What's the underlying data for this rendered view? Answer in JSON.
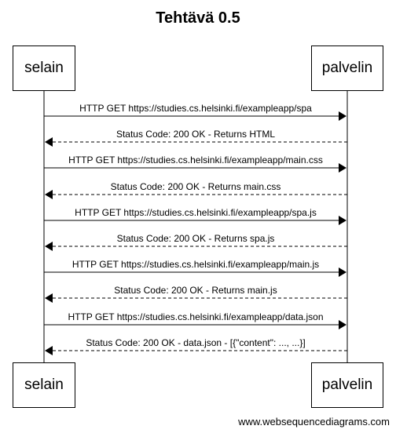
{
  "title": "Tehtävä 0.5",
  "participants": {
    "left": "selain",
    "right": "palvelin"
  },
  "messages": [
    {
      "text": "HTTP GET https://studies.cs.helsinki.fi/exampleapp/spa",
      "direction": "right",
      "style": "solid"
    },
    {
      "text": "Status Code: 200 OK - Returns HTML",
      "direction": "left",
      "style": "dashed"
    },
    {
      "text": "HTTP GET https://studies.cs.helsinki.fi/exampleapp/main.css",
      "direction": "right",
      "style": "solid"
    },
    {
      "text": "Status Code: 200 OK - Returns main.css",
      "direction": "left",
      "style": "dashed"
    },
    {
      "text": "HTTP GET https://studies.cs.helsinki.fi/exampleapp/spa.js",
      "direction": "right",
      "style": "solid"
    },
    {
      "text": "Status Code: 200 OK - Returns spa.js",
      "direction": "left",
      "style": "dashed"
    },
    {
      "text": "HTTP GET https://studies.cs.helsinki.fi/exampleapp/main.js",
      "direction": "right",
      "style": "solid"
    },
    {
      "text": "Status Code: 200 OK - Returns main.js",
      "direction": "left",
      "style": "dashed"
    },
    {
      "text": "HTTP GET https://studies.cs.helsinki.fi/exampleapp/data.json",
      "direction": "right",
      "style": "solid"
    },
    {
      "text": "Status Code: 200 OK - data.json - [{\"content\": ..., ...}]",
      "direction": "left",
      "style": "dashed"
    }
  ],
  "watermark": "www.websequencediagrams.com"
}
